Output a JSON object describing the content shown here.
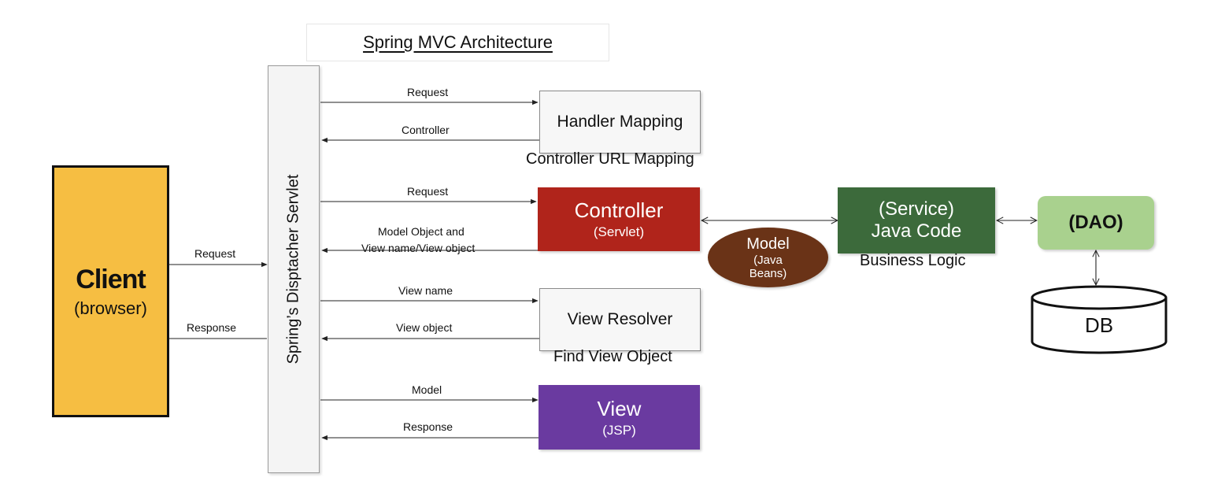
{
  "title": "Spring MVC Architecture",
  "client": {
    "name": "Client",
    "sub": "(browser)"
  },
  "client_links": {
    "request": "Request",
    "response": "Response"
  },
  "dispatcher": {
    "label": "Spring’s Disptacher Servlet"
  },
  "handler_mapping": {
    "label": "Handler Mapping",
    "note": "Controller URL Mapping",
    "request": "Request",
    "response": "Controller"
  },
  "controller": {
    "label": "Controller",
    "sub": "(Servlet)",
    "request": "Request",
    "response_line1": "Model Object and",
    "response_line2": "View name/View object",
    "color": "#b0241b"
  },
  "model": {
    "label": "Model",
    "sub_line1": "(Java",
    "sub_line2": "Beans)",
    "color": "#6a3317"
  },
  "service": {
    "line1": "(Service)",
    "line2": "Java Code",
    "note": "Business Logic",
    "color": "#3c6a3b"
  },
  "dao": {
    "label": "(DAO)",
    "color": "#a9d18e"
  },
  "db": {
    "label": "DB"
  },
  "view_resolver": {
    "label": "View Resolver",
    "note": "Find View Object",
    "request": "View name",
    "response": "View object"
  },
  "view": {
    "label": "View",
    "sub": "(JSP)",
    "request": "Model",
    "response": "Response",
    "color": "#6a3aa0"
  }
}
